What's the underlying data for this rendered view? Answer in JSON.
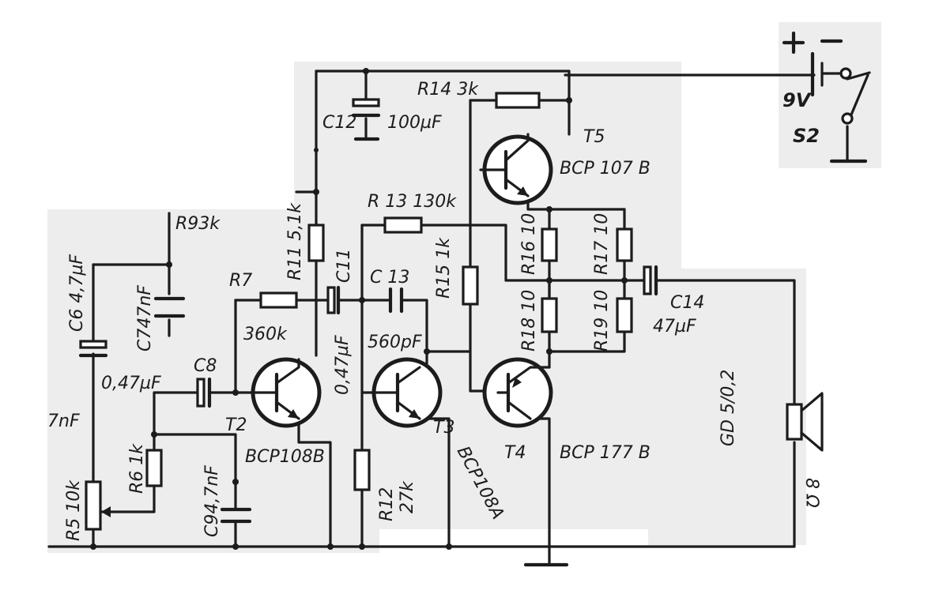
{
  "diagram": {
    "colors": {
      "ink": "#1c1c1c",
      "paper": "#ededed",
      "background": "#ffffff"
    },
    "battery": {
      "plus": "+",
      "minus": "–",
      "voltage": "9V",
      "switch": "S2"
    },
    "capacitors": {
      "c12": {
        "name": "C12",
        "value": "100µF"
      },
      "c6": {
        "name": "C6",
        "value": "4,7µF"
      },
      "c7": {
        "name": "C7",
        "value": "47nF"
      },
      "c8": {
        "name": "C8",
        "value": "0,47µF"
      },
      "c9": {
        "name": "C9",
        "value": "4,7nF"
      },
      "c11": {
        "name": "C11",
        "value": "0,47µF"
      },
      "c13": {
        "name": "C 13",
        "value": "560pF"
      },
      "c14": {
        "name": "C14",
        "value": "47µF"
      },
      "cut": "7nF"
    },
    "resistors": {
      "r14": "R14 3k",
      "r13": "R 13 130k",
      "r9": "R93k",
      "r11": "R11 5,1k",
      "r7": "R7",
      "r7_value": "360k",
      "r15": "R15 1k",
      "r16": "R16 10",
      "r17": "R17 10",
      "r18": "R18 10",
      "r19": "R19 10",
      "r12": "R12",
      "r12_value": "27k",
      "r6": "R6 1k",
      "r5": "R5 10k"
    },
    "transistors": {
      "t2": {
        "name": "T2",
        "type": "BCP108B"
      },
      "t3": {
        "name": "T3",
        "type": "BCP108A"
      },
      "t4": {
        "name": "T4",
        "type": "BCP 177 B"
      },
      "t5": {
        "name": "T5",
        "type": "BCP 107 B"
      }
    },
    "speaker": {
      "name": "GD 5/0,2",
      "impedance": "8 Ω"
    }
  }
}
